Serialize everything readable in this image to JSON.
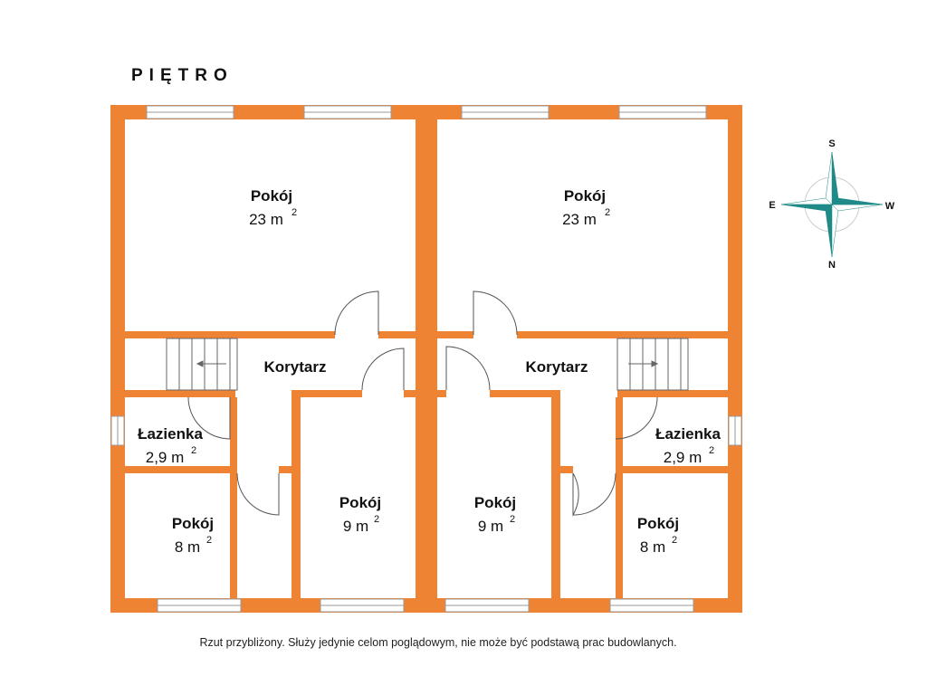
{
  "title": "PIĘTRO",
  "colors": {
    "wall": "#ee8433",
    "window_frame": "#999999",
    "compass_teal": "#1f8a87",
    "compass_light": "#ffffff"
  },
  "left_unit": {
    "pokoj_large": {
      "name": "Pokój",
      "area": "23 m",
      "sup": "2"
    },
    "korytarz": {
      "name": "Korytarz"
    },
    "lazienka": {
      "name": "Łazienka",
      "area": "2,9 m",
      "sup": "2"
    },
    "pokoj_small": {
      "name": "Pokój",
      "area": "8 m",
      "sup": "2"
    },
    "pokoj_mid": {
      "name": "Pokój",
      "area": "9 m",
      "sup": "2"
    }
  },
  "right_unit": {
    "pokoj_large": {
      "name": "Pokój",
      "area": "23 m",
      "sup": "2"
    },
    "korytarz": {
      "name": "Korytarz"
    },
    "lazienka": {
      "name": "Łazienka",
      "area": "2,9 m",
      "sup": "2"
    },
    "pokoj_small": {
      "name": "Pokój",
      "area": "8 m",
      "sup": "2"
    },
    "pokoj_mid": {
      "name": "Pokój",
      "area": "9 m",
      "sup": "2"
    }
  },
  "compass": {
    "top": "S",
    "bottom": "N",
    "left": "E",
    "right": "W"
  },
  "disclaimer": "Rzut przybliżony. Służy jedynie celom poglądowym, nie może być podstawą prac budowlanych."
}
